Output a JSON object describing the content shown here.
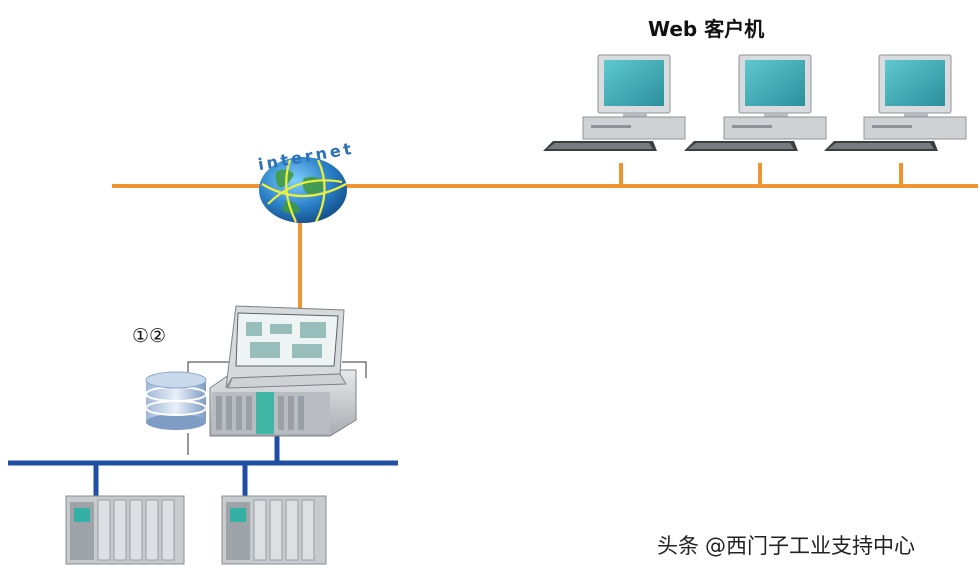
{
  "labels": {
    "web_clients": "Web 客户机",
    "markers": "①②",
    "watermark_prefix": "头条",
    "watermark_handle": "@西门子工业支持中心"
  },
  "colors": {
    "internet_line": "#ee9430",
    "bus_line": "#1f4fa3",
    "monitor_body": "#d9dcdf",
    "screen": "#3aa7b3",
    "globe": "#2f7fc9",
    "database": "#8aa9cf"
  },
  "icons": [
    "internet-globe-icon",
    "web-client-pc-icon",
    "operator-station-icon",
    "database-icon",
    "plc-rack-icon"
  ]
}
